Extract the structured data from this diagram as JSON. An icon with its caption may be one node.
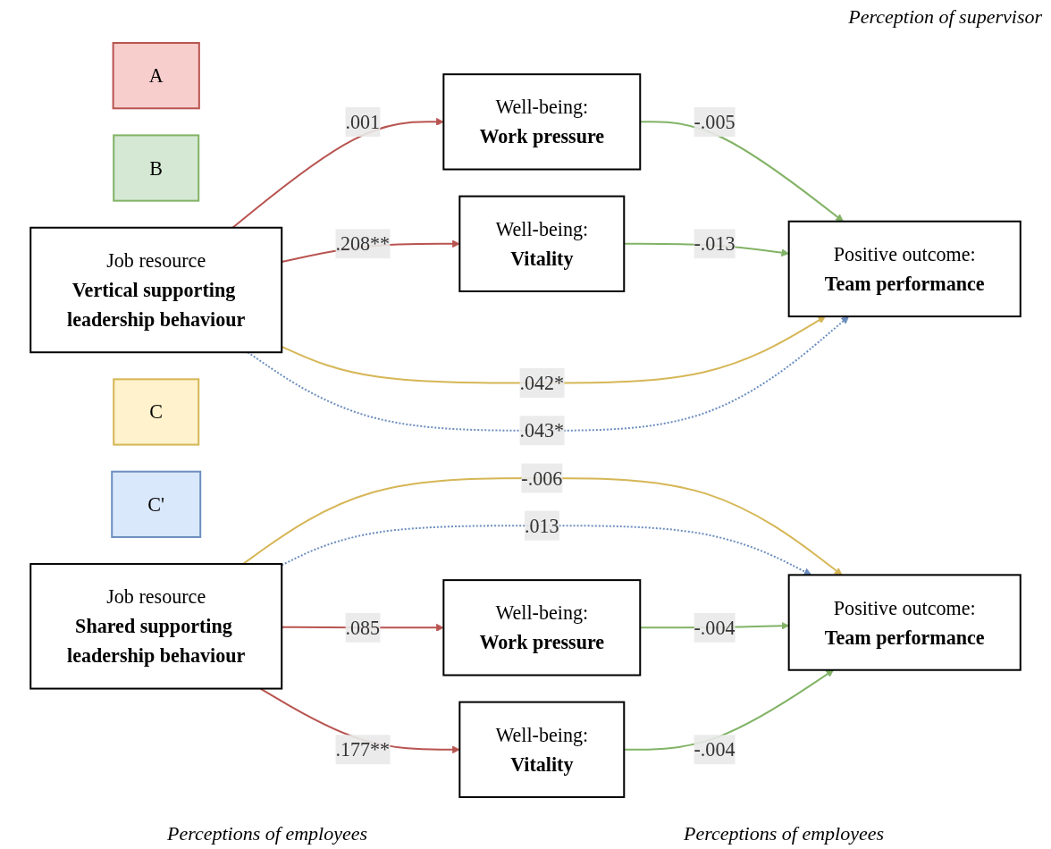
{
  "diagram": {
    "nodes": [
      {
        "text": [
          "A"
        ]
      },
      {
        "text": [
          "Well-being:",
          "Work pressure"
        ]
      },
      {
        "text": [
          "B"
        ]
      },
      {
        "text": [
          "Well-being:",
          "Vitality"
        ]
      },
      {
        "text": [
          "Job resource",
          "Vertical supporting leadership behaviour"
        ]
      },
      {
        "text": [
          "Positive outcome:",
          "Team performance"
        ]
      },
      {
        "text": [
          "C"
        ]
      },
      {
        "text": [
          "C'"
        ]
      },
      {
        "text": [
          "Job resource",
          "Shared supporting leadership behaviour"
        ]
      },
      {
        "text": [
          "Positive outcome:",
          "Team performance"
        ]
      },
      {
        "text": [
          "Well-being:",
          "Work pressure"
        ]
      },
      {
        "text": [
          "Well-being:",
          "Vitality"
        ]
      }
    ],
    "edges": [
      {
        "from": 4,
        "to": 1,
        "arrow": "to",
        "label": ".001",
        "color": "#b85450"
      },
      {
        "from": 4,
        "to": 3,
        "arrow": "to",
        "label": ".208**",
        "color": "#b85450"
      },
      {
        "from": 1,
        "to": 5,
        "arrow": "to",
        "label": "-.005",
        "color": "#82b366"
      },
      {
        "from": 3,
        "to": 5,
        "arrow": "to",
        "label": "-.013",
        "color": "#82b366"
      },
      {
        "from": 4,
        "to": 5,
        "arrow": "to",
        "label": ".042*",
        "color": "#d6b656"
      },
      {
        "from": 4,
        "to": 5,
        "arrow": "to",
        "label": ".043*",
        "style": "dashed",
        "color": "#6c8ebf"
      },
      {
        "from": 8,
        "to": 9,
        "arrow": "to",
        "label": "-.006",
        "color": "#d6b656"
      },
      {
        "from": 8,
        "to": 9,
        "arrow": "to",
        "label": ".013",
        "style": "dashed",
        "color": "#6c8ebf"
      },
      {
        "from": 8,
        "to": 10,
        "arrow": "to",
        "label": ".085",
        "color": "#b85450"
      },
      {
        "from": 8,
        "to": 11,
        "arrow": "to",
        "label": ".177**",
        "color": "#b85450"
      },
      {
        "from": 10,
        "to": 9,
        "arrow": "to",
        "label": "-.004",
        "color": "#82b366"
      },
      {
        "from": 11,
        "to": 9,
        "arrow": "to",
        "label": "-.004",
        "color": "#82b366"
      }
    ],
    "labels": [
      "Perception of supervisor",
      "Perceptions of employees",
      "Perceptions of employees"
    ]
  }
}
